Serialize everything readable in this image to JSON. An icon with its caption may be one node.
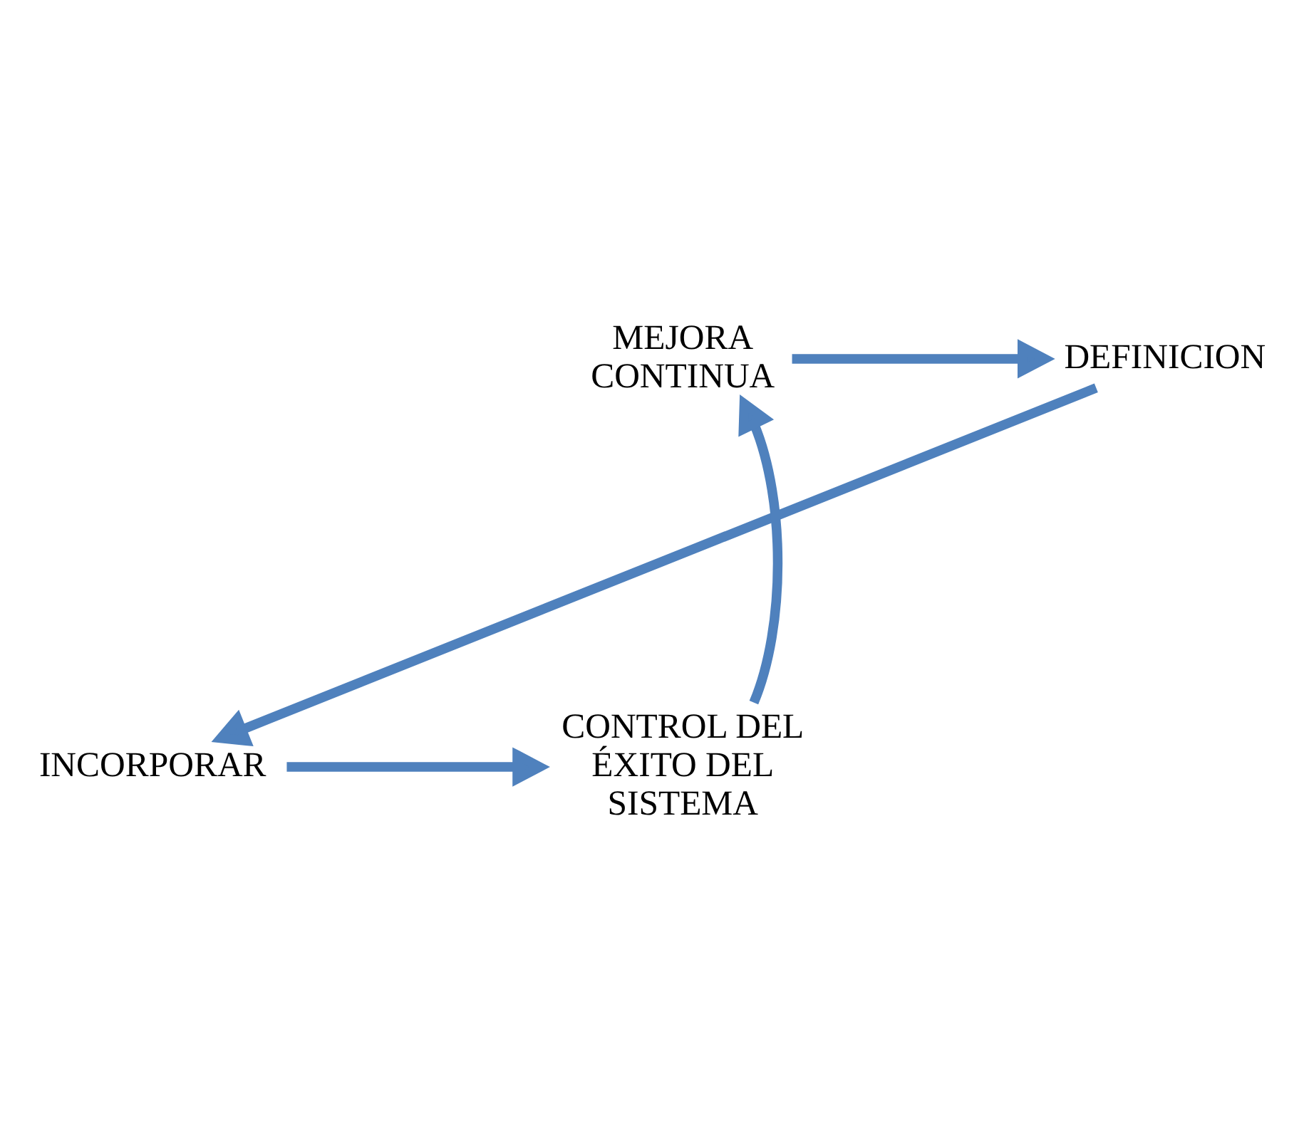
{
  "diagram": {
    "nodes": [
      {
        "text": [
          "MEJORA CONTINUA"
        ]
      },
      {
        "text": [
          "DEFINICION"
        ]
      },
      {
        "text": [
          "INCORPORAR"
        ]
      },
      {
        "text": [
          "CONTROL DEL ÉXITO DEL SISTEMA"
        ]
      }
    ],
    "edges": [
      {
        "from": 0,
        "to": 1,
        "arrow": "to"
      },
      {
        "from": 1,
        "to": 2,
        "arrow": "to"
      },
      {
        "from": 2,
        "to": 3,
        "arrow": "to"
      },
      {
        "from": 3,
        "to": 0,
        "arrow": "to"
      }
    ]
  }
}
